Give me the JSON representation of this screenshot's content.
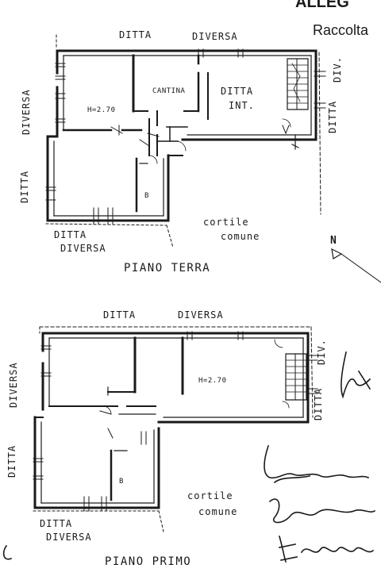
{
  "header": {
    "heading": "ALLEG",
    "subheading": "Raccolta"
  },
  "ground_floor": {
    "title": "PIANO TERRA",
    "labels": {
      "top_ditta": "DITTA",
      "top_diversa": "DIVERSA",
      "left_diversa": "DIVERSA",
      "left_ditta": "DITTA",
      "right_div": "DIV.",
      "right_ditta": "DITTA",
      "bottom_ditta": "DITTA",
      "bottom_diversa": "DIVERSA",
      "cantina": "CANTINA",
      "ditta_int_1": "DITTA",
      "ditta_int_2": "INT.",
      "height": "H=2.70",
      "bath": "B",
      "cortile": "cortile",
      "comune": "comune"
    }
  },
  "first_floor": {
    "title": "PIANO PRIMO",
    "labels": {
      "top_ditta": "DITTA",
      "top_diversa": "DIVERSA",
      "left_diversa": "DIVERSA",
      "left_ditta": "DITTA",
      "right_div": "DIV.",
      "right_ditta": "DITTA",
      "bottom_ditta": "DITTA",
      "bottom_diversa": "DIVERSA",
      "height": "H=2.70",
      "bath": "B",
      "cortile": "cortile",
      "comune": "comune"
    }
  },
  "north_arrow": {
    "label": "N"
  }
}
